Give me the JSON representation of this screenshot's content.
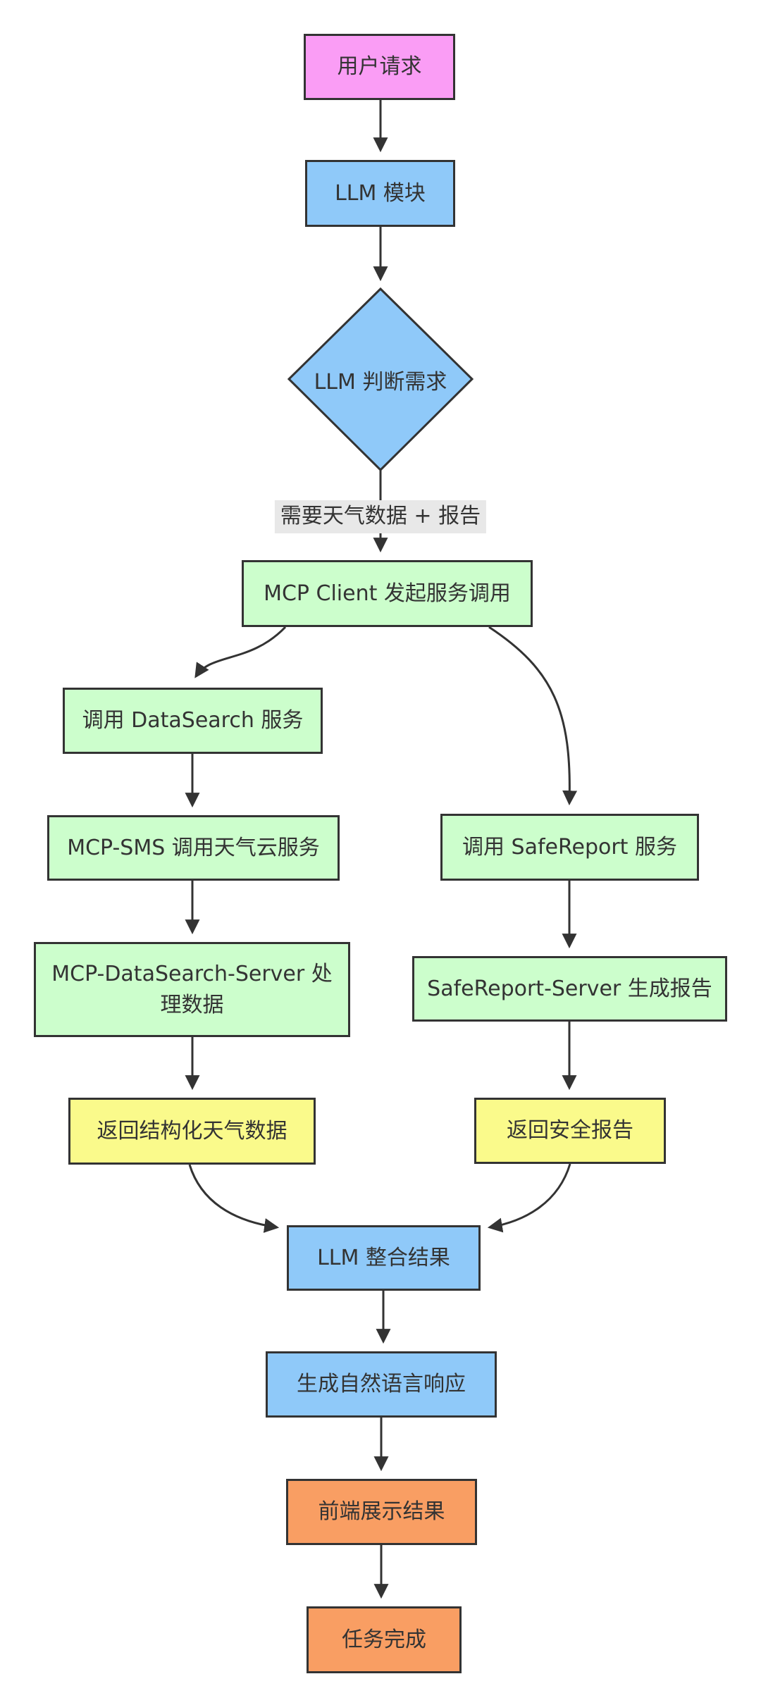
{
  "diagram": {
    "type": "flowchart",
    "direction": "top-down",
    "colors": {
      "node_pink": "#fa9df5",
      "node_blue": "#8fc9f9",
      "node_green": "#ccfecc",
      "node_yellow": "#fafa8b",
      "node_orange": "#f99e63",
      "border": "#333333",
      "edge": "#333333",
      "edge_label_bg": "#e8e8e8",
      "text": "#333333",
      "background": "#ffffff"
    },
    "nodes": [
      {
        "id": "user-request",
        "label": "用户请求",
        "shape": "rect",
        "fill": "#fa9df5"
      },
      {
        "id": "llm-module",
        "label": "LLM 模块",
        "shape": "rect",
        "fill": "#8fc9f9"
      },
      {
        "id": "llm-decision",
        "label": "LLM 判断需求",
        "shape": "diamond",
        "fill": "#8fc9f9"
      },
      {
        "id": "mcp-client",
        "label": "MCP Client 发起服务调用",
        "shape": "rect",
        "fill": "#ccfecc"
      },
      {
        "id": "call-datasearch",
        "label": "调用 DataSearch 服务",
        "shape": "rect",
        "fill": "#ccfecc"
      },
      {
        "id": "mcp-sms",
        "label": "MCP-SMS 调用天气云服务",
        "shape": "rect",
        "fill": "#ccfecc"
      },
      {
        "id": "datasearch-server",
        "label": "MCP-DataSearch-Server 处理数据",
        "shape": "rect",
        "fill": "#ccfecc"
      },
      {
        "id": "return-weather-data",
        "label": "返回结构化天气数据",
        "shape": "rect",
        "fill": "#fafa8b"
      },
      {
        "id": "call-safereport",
        "label": "调用 SafeReport 服务",
        "shape": "rect",
        "fill": "#ccfecc"
      },
      {
        "id": "safereport-server",
        "label": "SafeReport-Server 生成报告",
        "shape": "rect",
        "fill": "#ccfecc"
      },
      {
        "id": "return-safety-report",
        "label": "返回安全报告",
        "shape": "rect",
        "fill": "#fafa8b"
      },
      {
        "id": "llm-merge",
        "label": "LLM 整合结果",
        "shape": "rect",
        "fill": "#8fc9f9"
      },
      {
        "id": "gen-nl-response",
        "label": "生成自然语言响应",
        "shape": "rect",
        "fill": "#8fc9f9"
      },
      {
        "id": "frontend-display",
        "label": "前端展示结果",
        "shape": "rect",
        "fill": "#f99e63"
      },
      {
        "id": "task-done",
        "label": "任务完成",
        "shape": "rect",
        "fill": "#f99e63"
      }
    ],
    "edges": [
      {
        "from": "user-request",
        "to": "llm-module",
        "label": ""
      },
      {
        "from": "llm-module",
        "to": "llm-decision",
        "label": ""
      },
      {
        "from": "llm-decision",
        "to": "mcp-client",
        "label": "需要天气数据 + 报告"
      },
      {
        "from": "mcp-client",
        "to": "call-datasearch",
        "label": ""
      },
      {
        "from": "mcp-client",
        "to": "call-safereport",
        "label": ""
      },
      {
        "from": "call-datasearch",
        "to": "mcp-sms",
        "label": ""
      },
      {
        "from": "mcp-sms",
        "to": "datasearch-server",
        "label": ""
      },
      {
        "from": "datasearch-server",
        "to": "return-weather-data",
        "label": ""
      },
      {
        "from": "call-safereport",
        "to": "safereport-server",
        "label": ""
      },
      {
        "from": "safereport-server",
        "to": "return-safety-report",
        "label": ""
      },
      {
        "from": "return-weather-data",
        "to": "llm-merge",
        "label": ""
      },
      {
        "from": "return-safety-report",
        "to": "llm-merge",
        "label": ""
      },
      {
        "from": "llm-merge",
        "to": "gen-nl-response",
        "label": ""
      },
      {
        "from": "gen-nl-response",
        "to": "frontend-display",
        "label": ""
      },
      {
        "from": "frontend-display",
        "to": "task-done",
        "label": ""
      }
    ]
  }
}
